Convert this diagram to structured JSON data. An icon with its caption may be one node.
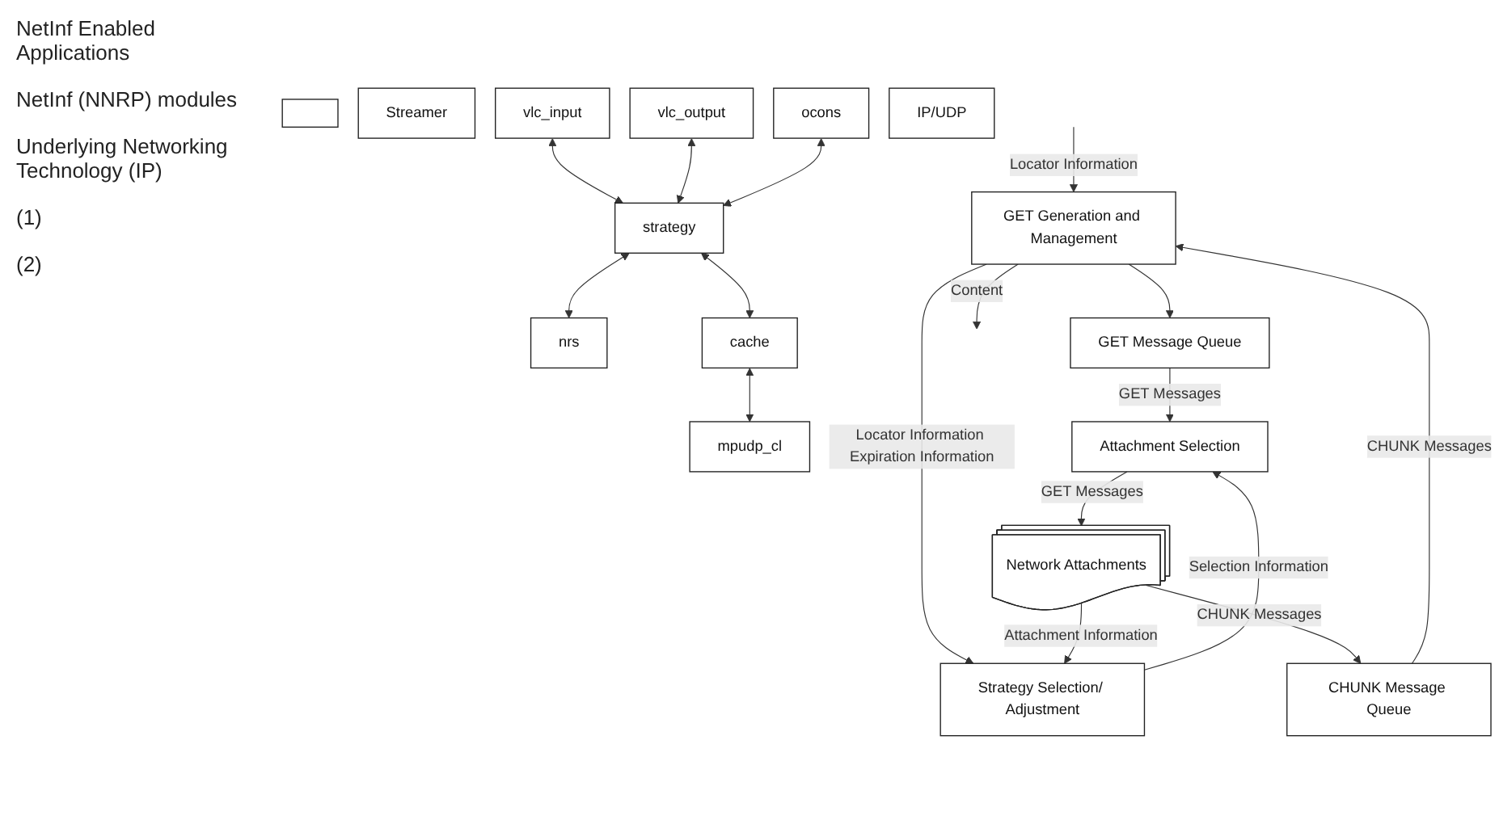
{
  "diagram": {
    "nodes": [
      {
        "text": [],
        "shape": "box"
      },
      {
        "text": [
          "Streamer"
        ]
      },
      {
        "text": [
          "vlc_input"
        ]
      },
      {
        "text": [
          "vlc_output"
        ]
      },
      {
        "text": [
          "ocons"
        ]
      },
      {
        "text": [
          "strategy"
        ]
      },
      {
        "text": [
          "nrs"
        ]
      },
      {
        "text": [
          "cache"
        ]
      },
      {
        "text": [
          "mpudp_cl"
        ]
      },
      {
        "text": [
          "IP/UDP"
        ]
      },
      {
        "text": [
          "GET Generation and Management"
        ]
      },
      {
        "text": [
          "GET Message Queue"
        ]
      },
      {
        "text": [
          "Strategy Selection/ Adjustment"
        ]
      },
      {
        "text": [
          "CHUNK Message Queue"
        ]
      },
      {
        "text": [
          "Attachment Selection"
        ]
      },
      {
        "text": [
          "Network Attachments"
        ]
      }
    ],
    "edges": [
      {
        "from": 2,
        "to": 5,
        "arrow": "both"
      },
      {
        "from": 3,
        "to": 5,
        "arrow": "both"
      },
      {
        "from": 4,
        "to": 5,
        "arrow": "both"
      },
      {
        "from": 5,
        "to": 6,
        "arrow": "both"
      },
      {
        "from": 5,
        "to": 7,
        "arrow": "both"
      },
      {
        "from": 7,
        "to": 8,
        "arrow": "both"
      },
      {
        "from": null,
        "to": 10,
        "arrow": "to",
        "label": "Locator Information"
      },
      {
        "from": 10,
        "to": null,
        "arrow": "to",
        "label": "Content"
      },
      {
        "from": 10,
        "to": 11,
        "arrow": "to"
      },
      {
        "from": 10,
        "to": 12,
        "arrow": "to",
        "label": "Locator Information Expiration Information"
      },
      {
        "from": 13,
        "to": 10,
        "arrow": "to",
        "label": "CHUNK Messages"
      },
      {
        "from": 11,
        "to": 14,
        "arrow": "to",
        "label": "GET Messages"
      },
      {
        "from": 12,
        "to": 14,
        "arrow": "to",
        "label": "Selection Information"
      },
      {
        "from": 15,
        "to": 12,
        "arrow": "to",
        "label": "Attachment Information"
      },
      {
        "from": 14,
        "to": 15,
        "arrow": "to",
        "label": "GET Messages"
      },
      {
        "from": 15,
        "to": 13,
        "arrow": "to",
        "label": "CHUNK Messages"
      }
    ],
    "labels": [
      "NetInf Enabled Applications",
      "NetInf (NNRP) modules",
      "Underlying Networking Technology (IP)",
      "(1)",
      "(2)"
    ]
  }
}
